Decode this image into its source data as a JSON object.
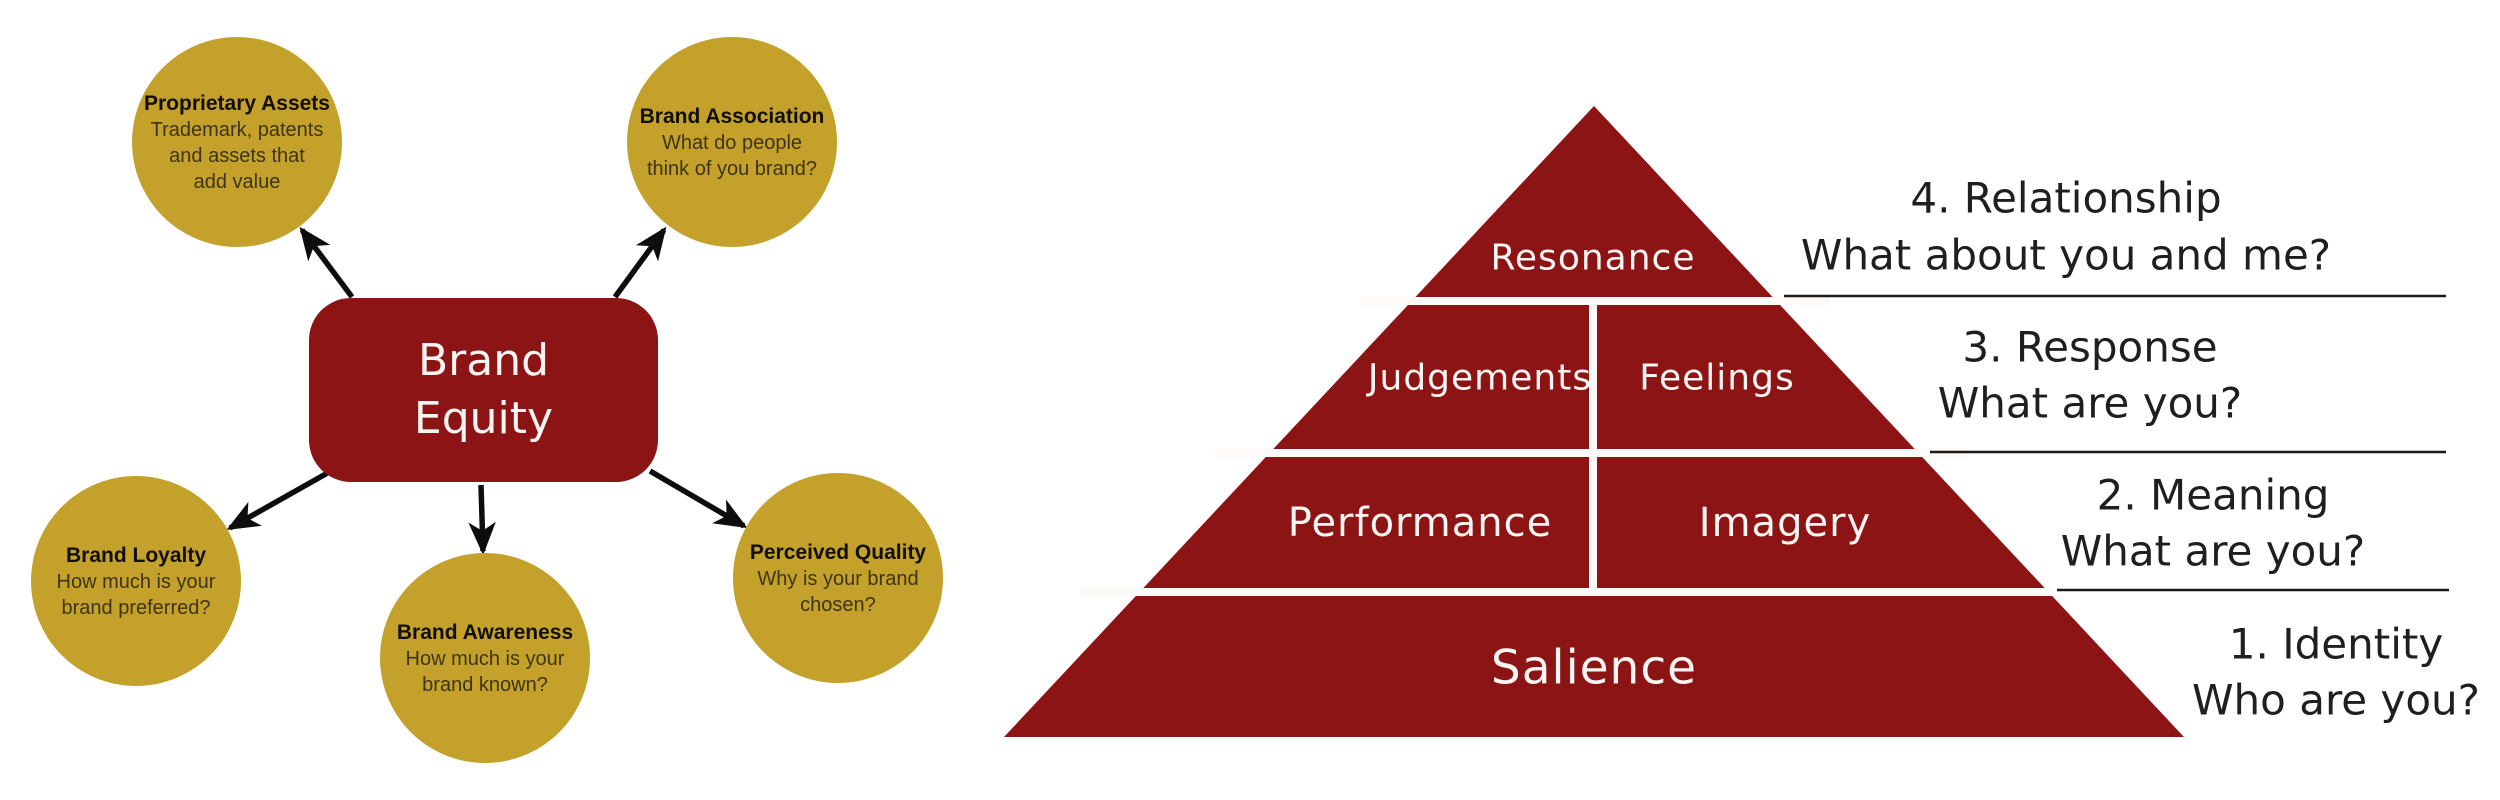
{
  "colors": {
    "brand_red": "#8C1414",
    "brand_gold": "#C4A12B",
    "line_black": "#1A1A1A",
    "text_on_red": "#F8F5F3"
  },
  "mindmap": {
    "center_node": {
      "line1": "Brand",
      "line2": "Equity"
    },
    "nodes": [
      {
        "title": "Proprietary Assets",
        "description": "Trademark, patents\nand assets that\nadd value"
      },
      {
        "title": "Brand Association",
        "description": "What do people\nthink of you brand?"
      },
      {
        "title": "Brand Loyalty",
        "description": "How much is your\nbrand preferred?"
      },
      {
        "title": "Brand Awareness",
        "description": "How much is your\nbrand known?"
      },
      {
        "title": "Perceived Quality",
        "description": "Why is your brand\nchosen?"
      }
    ]
  },
  "pyramid": {
    "levels": [
      {
        "row": "top",
        "cells": [
          "Resonance"
        ]
      },
      {
        "row": "second",
        "cells": [
          "Judgements",
          "Feelings"
        ]
      },
      {
        "row": "third",
        "cells": [
          "Performance",
          "Imagery"
        ]
      },
      {
        "row": "base",
        "cells": [
          "Salience"
        ]
      }
    ],
    "annotations": [
      {
        "heading": "4. Relationship",
        "question": "What about you and me?"
      },
      {
        "heading": "3. Response",
        "question": "What are you?"
      },
      {
        "heading": "2. Meaning",
        "question": "What are you?"
      },
      {
        "heading": "1. Identity",
        "question": "Who are you?"
      }
    ]
  }
}
